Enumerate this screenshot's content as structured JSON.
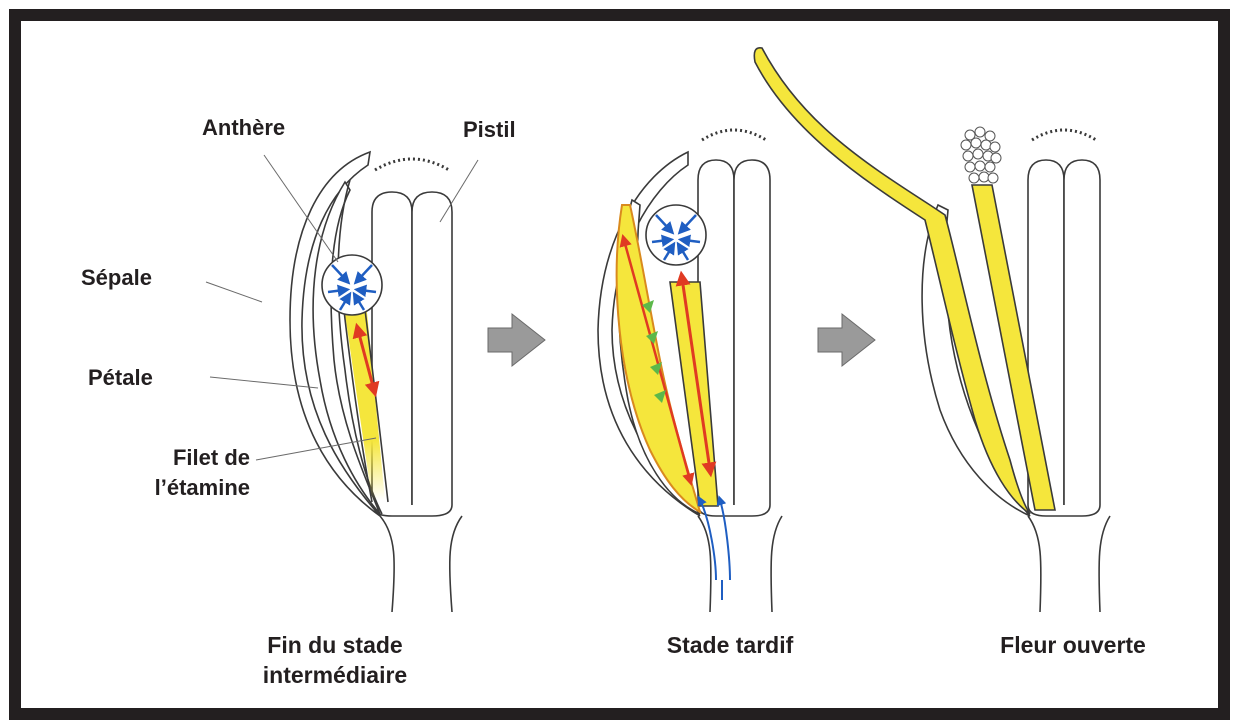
{
  "labels": {
    "anthere": "Anthère",
    "pistil": "Pistil",
    "sepale": "Sépale",
    "petale": "Pétale",
    "filet_line1": "Filet de",
    "filet_line2": "l’étamine"
  },
  "captions": {
    "stage1_line1": "Fin du stade",
    "stage1_line2": "intermédiaire",
    "stage2": "Stade tardif",
    "stage3": "Fleur ouverte"
  },
  "colors": {
    "frame": "#231f20",
    "outline": "#3a3a3a",
    "filament_yellow": "#f5e63c",
    "red_arrow": "#e03a22",
    "blue_arrow": "#1f5ec2",
    "green_marker": "#5cb84a",
    "grey_arrow": "#9a9a9a"
  }
}
